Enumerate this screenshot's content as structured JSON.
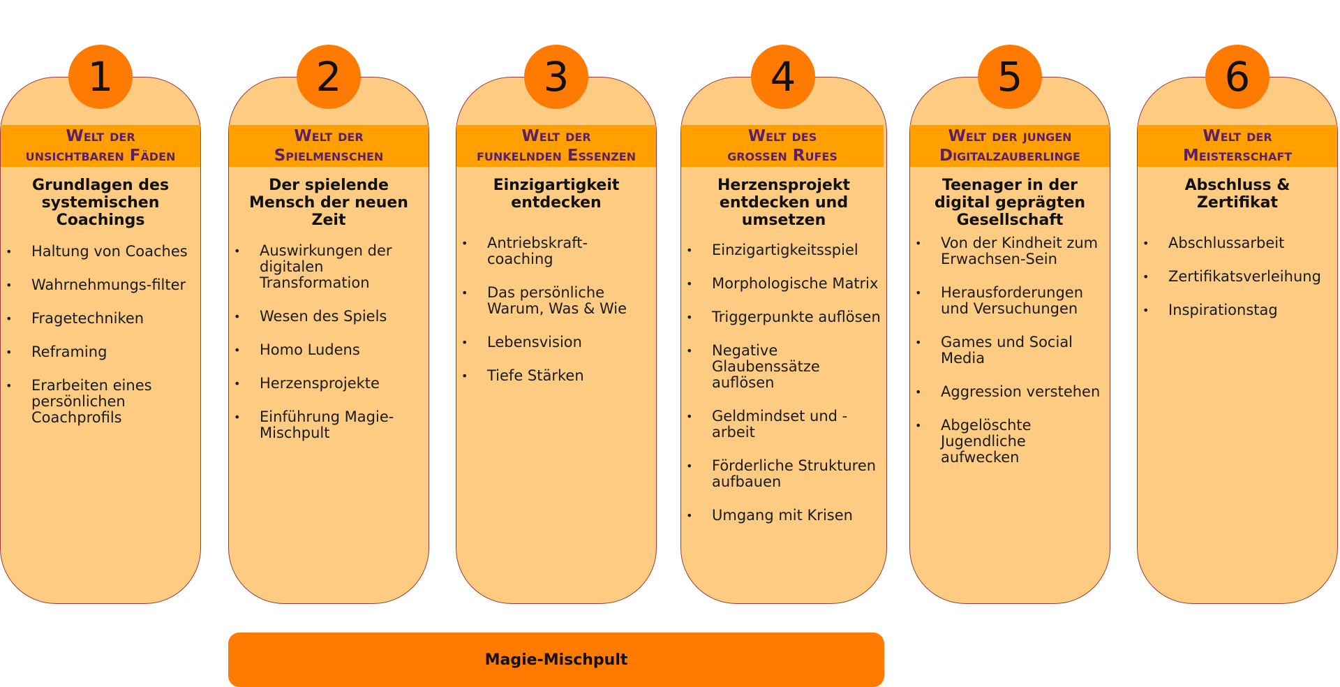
{
  "columns": [
    {
      "number": "1",
      "title_line1": "Welt der",
      "title_line2": "unsichtbaren Fäden",
      "subtitle": "Grundlagen des systemischen Coachings",
      "items": [
        "Haltung von Coaches",
        "Wahrnehmungs-filter",
        "Fragetechniken",
        "Reframing",
        "Erarbeiten eines persönlichen Coachprofils"
      ]
    },
    {
      "number": "2",
      "title_line1": "Welt der",
      "title_line2": "Spielmenschen",
      "subtitle": "Der spielende Mensch der neuen Zeit",
      "items": [
        "Auswirkungen der digitalen Transformation",
        "Wesen des Spiels",
        "Homo Ludens",
        "Herzensprojekte",
        "Einführung Magie-Mischpult"
      ]
    },
    {
      "number": "3",
      "title_line1": "Welt der",
      "title_line2": "funkelnden Essenzen",
      "subtitle": "Einzigartigkeit entdecken",
      "items": [
        "Antriebskraft-coaching",
        "Das persönliche Warum, Was & Wie",
        "Lebensvision",
        "Tiefe Stärken"
      ]
    },
    {
      "number": "4",
      "title_line1": "Welt des",
      "title_line2": "grossen Rufes",
      "subtitle": "Herzensprojekt entdecken und umsetzen",
      "items": [
        "Einzigartigkeitsspiel",
        "Morphologische Matrix",
        "Triggerpunkte auflösen",
        "Negative Glaubenssätze auflösen",
        "Geldmindset und -arbeit",
        "Förderliche Strukturen aufbauen",
        "Umgang mit Krisen"
      ]
    },
    {
      "number": "5",
      "title_line1": "Welt der jungen",
      "title_line2": "Digitalzauberlinge",
      "subtitle": "Teenager in der digital geprägten Gesellschaft",
      "items": [
        "Von der Kindheit zum Erwachsen-Sein",
        "Herausforderungen und Versuchungen",
        "Games und Social Media",
        "Aggression verstehen",
        "Abgelöschte Jugendliche aufwecken"
      ]
    },
    {
      "number": "6",
      "title_line1": "Welt der",
      "title_line2": "Meisterschaft",
      "subtitle": "Abschluss & Zertifikat",
      "items": [
        "Abschlussarbeit",
        "Zertifikatsverleihung",
        "Inspirationstag"
      ]
    }
  ],
  "bullet_char": "•",
  "bottom_bar": {
    "label": "Magie-Mischpult"
  },
  "colors": {
    "card_fill": "#fdcb82",
    "band_fill": "#ffa000",
    "circle_fill": "#ff7a00",
    "title_text": "#5a1f6b",
    "bar_fill": "#ff7a00"
  }
}
